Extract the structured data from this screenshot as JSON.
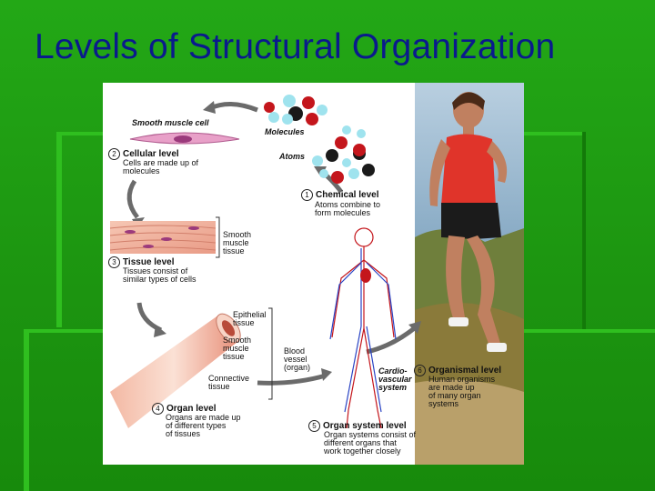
{
  "slide": {
    "title": "Levels of Structural Organization"
  },
  "figure": {
    "smooth_muscle_cell": "Smooth muscle cell",
    "molecules": "Molecules",
    "atoms": "Atoms",
    "chemical": {
      "num": "1",
      "title": "Chemical level",
      "desc1": "Atoms combine to",
      "desc2": "form molecules"
    },
    "cellular": {
      "num": "2",
      "title": "Cellular level",
      "desc1": "Cells are made up of",
      "desc2": "molecules"
    },
    "tissue": {
      "num": "3",
      "title": "Tissue level",
      "desc1": "Tissues consist of",
      "desc2": "similar types of cells"
    },
    "smooth_muscle_tissue_1": "Smooth",
    "smooth_muscle_tissue_2": "muscle",
    "smooth_muscle_tissue_3": "tissue",
    "epithelial_1": "Epithelial",
    "epithelial_2": "tissue",
    "smooth_muscle2_1": "Smooth",
    "smooth_muscle2_2": "muscle",
    "smooth_muscle2_3": "tissue",
    "connective_1": "Connective",
    "connective_2": "tissue",
    "organ": {
      "num": "4",
      "title": "Organ level",
      "desc1": "Organs are made up",
      "desc2": "of different types",
      "desc3": "of tissues"
    },
    "blood_vessel_1": "Blood",
    "blood_vessel_2": "vessel",
    "blood_vessel_3": "(organ)",
    "cardio_1": "Cardio-",
    "cardio_2": "vascular",
    "cardio_3": "system",
    "organismal": {
      "num": "6",
      "title": "Organismal level",
      "desc1": "Human organisms",
      "desc2": "are made up",
      "desc3": "of many organ",
      "desc4": "systems"
    },
    "organ_system": {
      "num": "5",
      "title": "Organ system level",
      "desc1": "Organ systems consist of",
      "desc2": "different organs that",
      "desc3": "work together closely"
    }
  },
  "colors": {
    "background": "#1f9a12",
    "title": "#0a1a8c",
    "atom_red": "#c4161c",
    "atom_black": "#1a1a1a",
    "atom_cyan": "#9fe3ee"
  }
}
